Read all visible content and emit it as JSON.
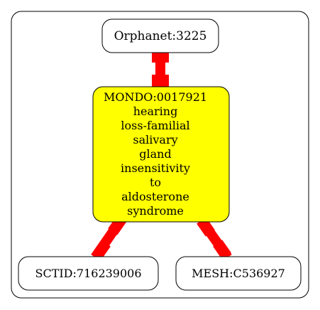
{
  "colors": {
    "edge": "#ff0000",
    "focus_fill": "#ffff00",
    "node_fill": "#ffffff",
    "stroke": "#000000"
  },
  "nodes": {
    "orphanet": {
      "label": "Orphanet:3225"
    },
    "mondo": {
      "lines": [
        "MONDO:0017921",
        "hearing",
        "loss-familial",
        "salivary",
        "gland",
        "insensitivity",
        "to",
        "aldosterone",
        "syndrome"
      ]
    },
    "sctid": {
      "label": "SCTID:716239006"
    },
    "mesh": {
      "label": "MESH:C536927"
    }
  }
}
